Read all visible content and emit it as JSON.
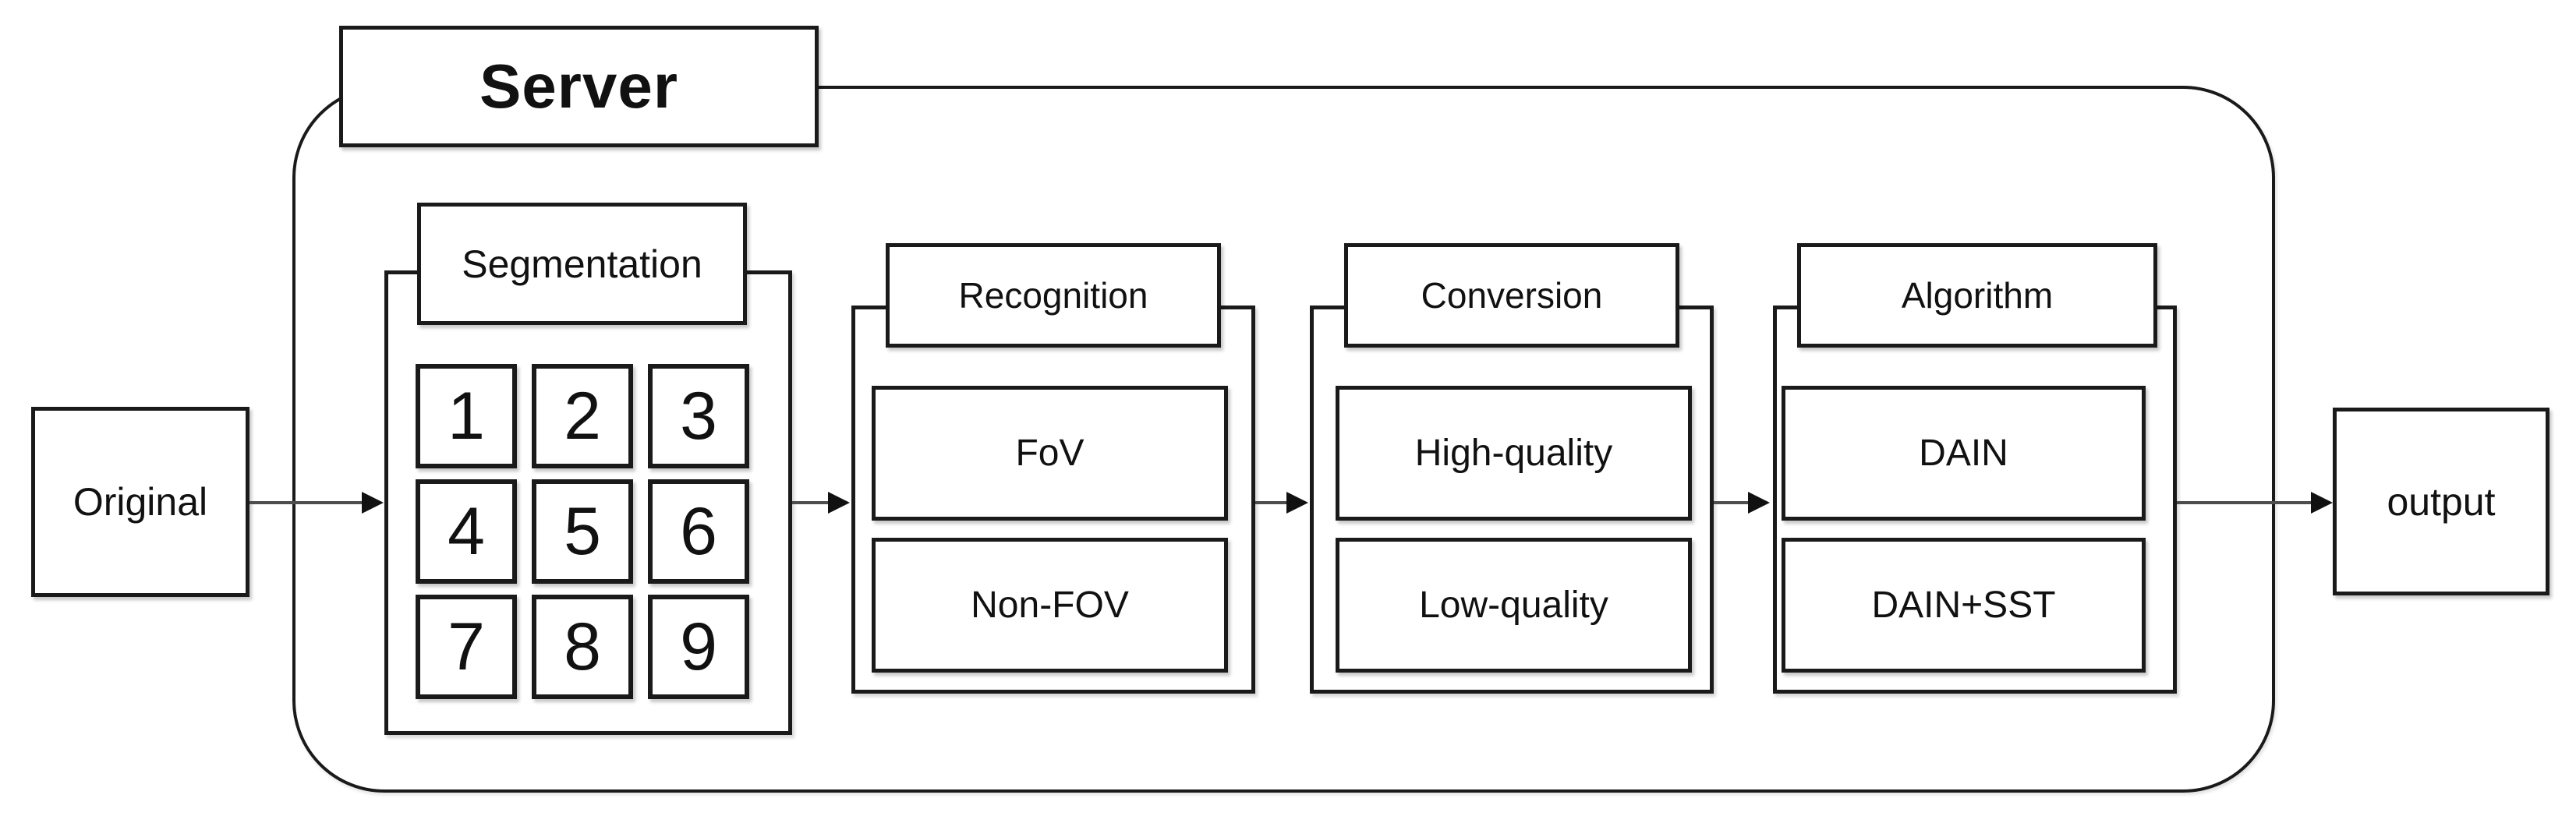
{
  "diagram": {
    "title": "Server",
    "nodes": {
      "input": {
        "label": "Original"
      },
      "output": {
        "label": "output"
      },
      "segmentation": {
        "label": "Segmentation",
        "tiles": [
          "1",
          "2",
          "3",
          "4",
          "5",
          "6",
          "7",
          "8",
          "9"
        ]
      },
      "recognition": {
        "label": "Recognition",
        "items": [
          "FoV",
          "Non-FOV"
        ]
      },
      "conversion": {
        "label": "Conversion",
        "items": [
          "High-quality",
          "Low-quality"
        ]
      },
      "algorithm": {
        "label": "Algorithm",
        "items": [
          "DAIN",
          "DAIN+SST"
        ]
      }
    },
    "flow": [
      "Original",
      "Segmentation",
      "Recognition",
      "Conversion",
      "Algorithm",
      "output"
    ],
    "colors": {
      "stroke": "#1a1a1a",
      "arrow_line": "#4d4d4d",
      "arrow_head": "#111111",
      "background": "#ffffff",
      "text": "#111111"
    }
  }
}
